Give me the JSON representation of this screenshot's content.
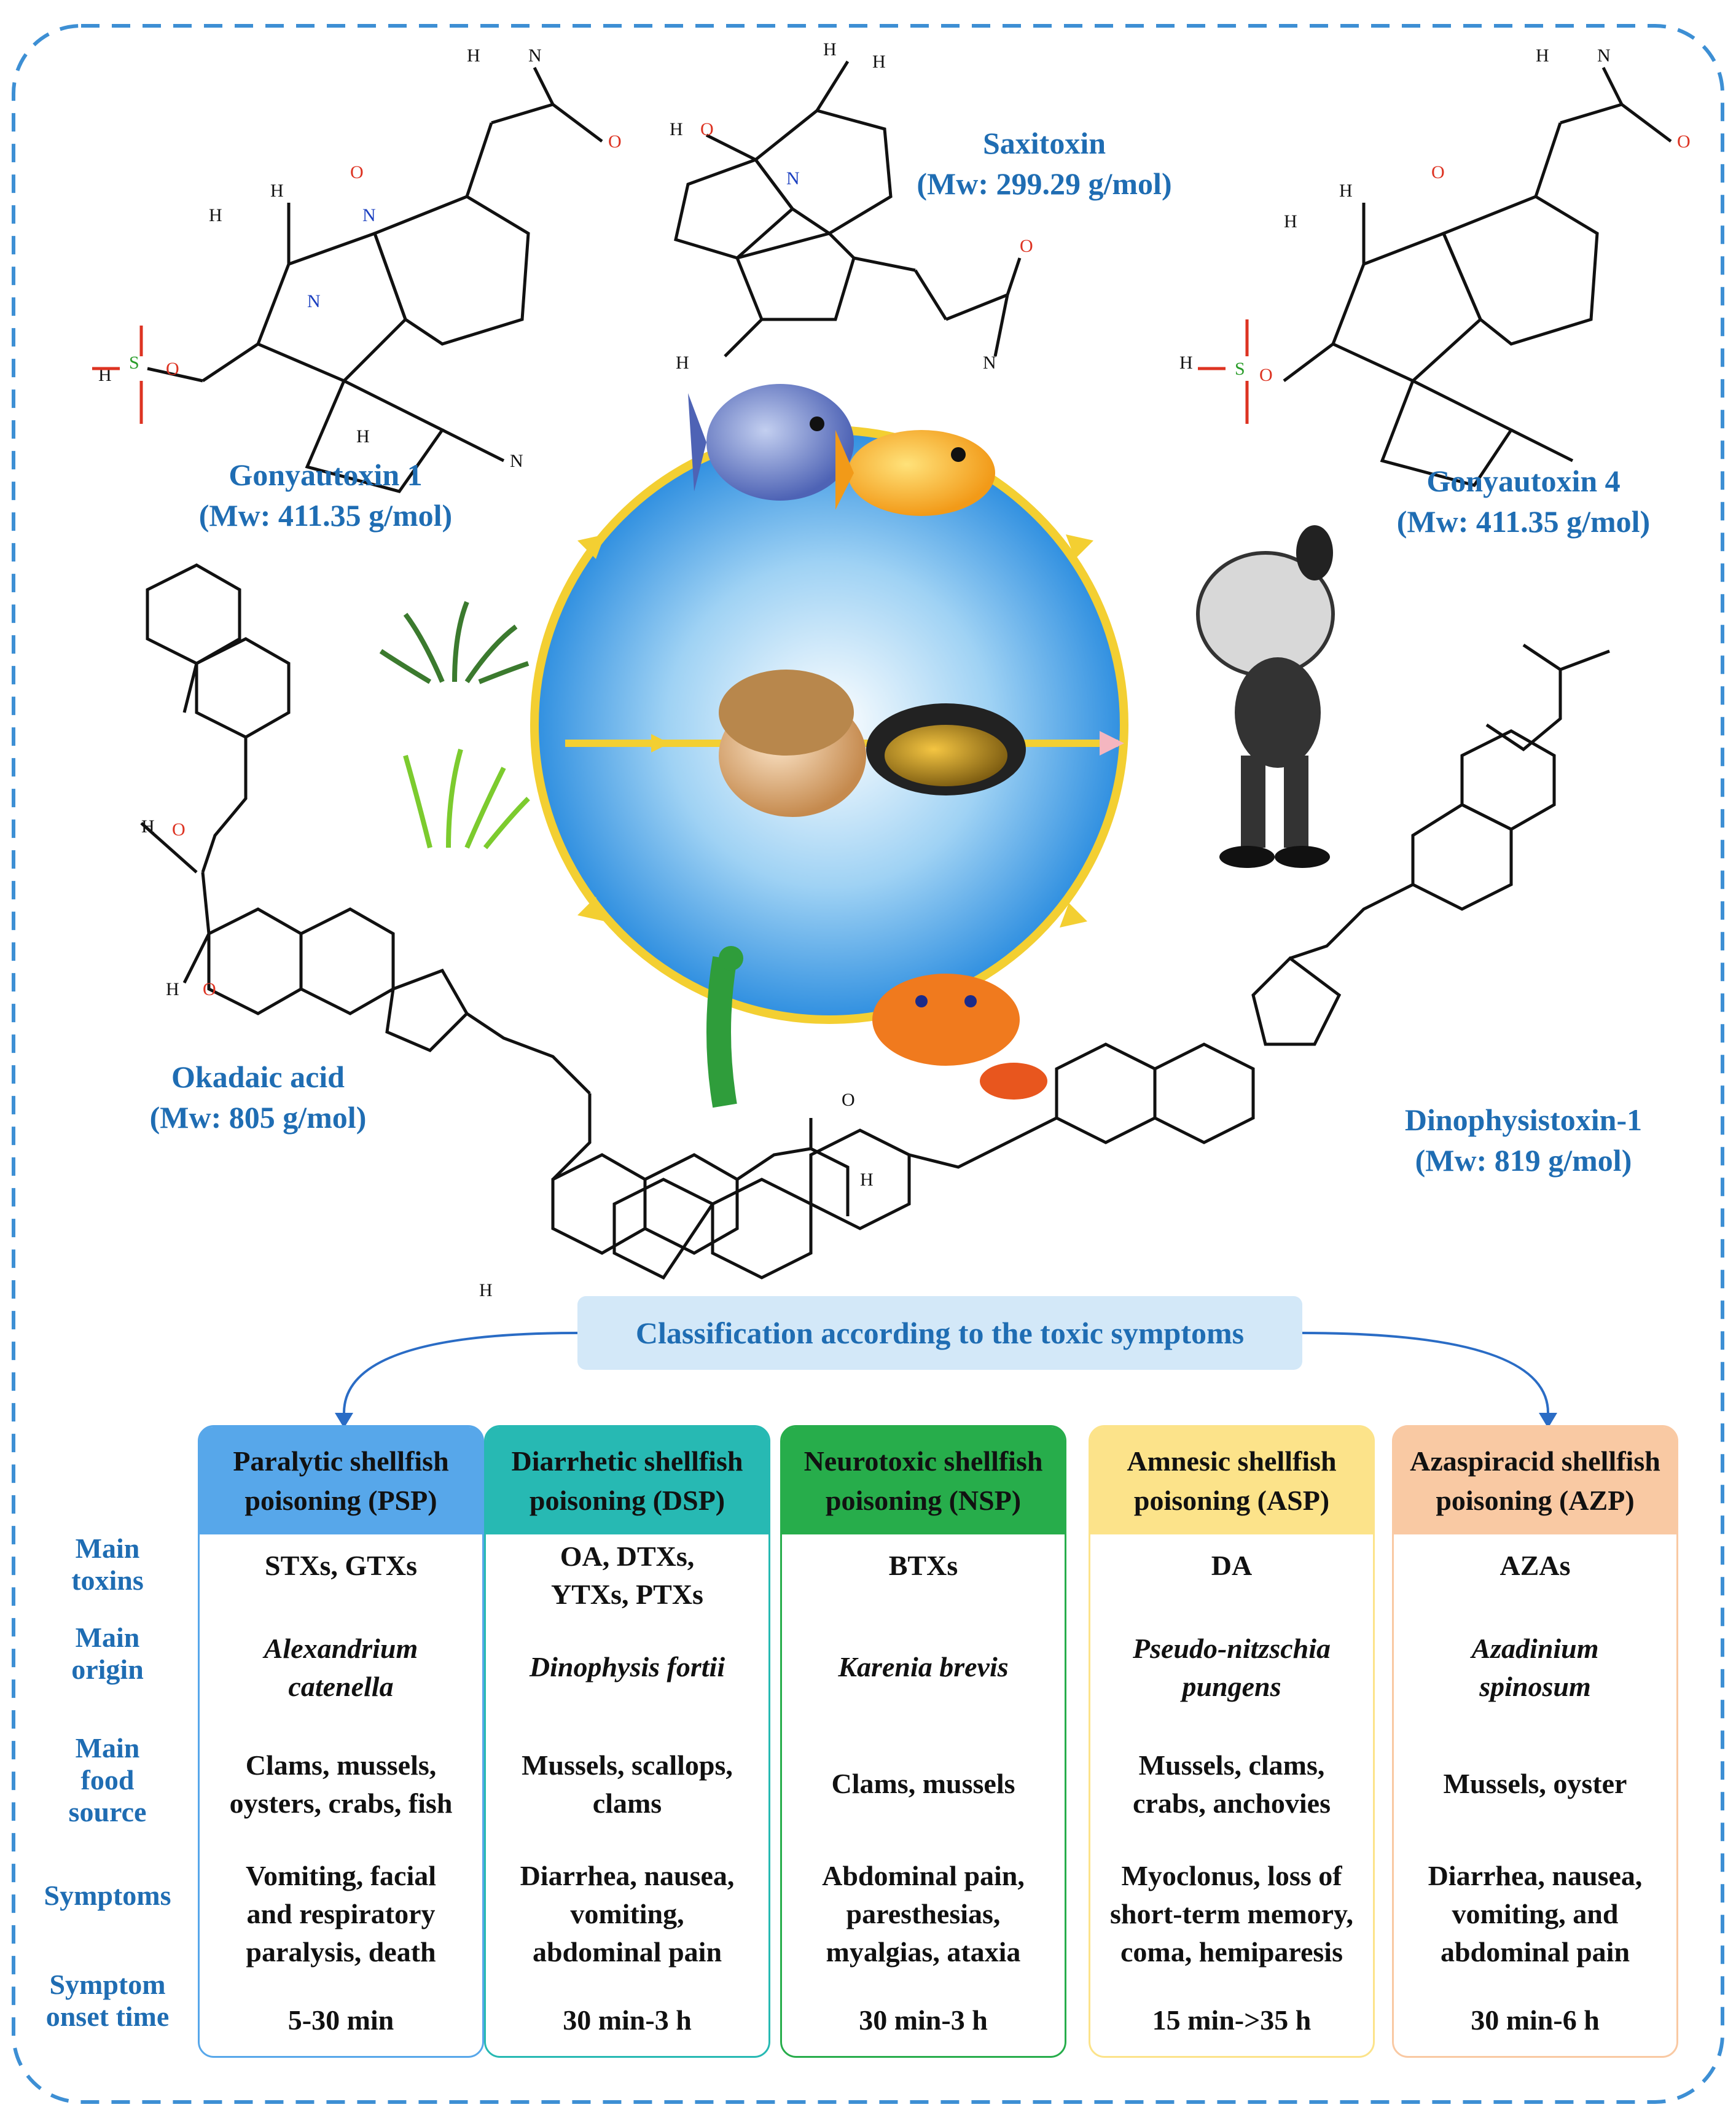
{
  "molecules": {
    "gonyautoxin1": {
      "name": "Gonyautoxin 1",
      "mw": "(Mw: 411.35 g/mol)"
    },
    "saxitoxin": {
      "name": "Saxitoxin",
      "mw": "(Mw: 299.29 g/mol)"
    },
    "gonyautoxin4": {
      "name": "Gonyautoxin 4",
      "mw": "(Mw: 411.35 g/mol)"
    },
    "okadaic": {
      "name": "Okadaic acid",
      "mw": "(Mw: 805 g/mol)"
    },
    "dinophysistoxin": {
      "name": "Dinophysistoxin-1",
      "mw": "(Mw: 819 g/mol)"
    }
  },
  "classification_title": "Classification according to the toxic symptoms",
  "row_labels": {
    "toxins": [
      "Main",
      "toxins"
    ],
    "origin": [
      "Main",
      "origin"
    ],
    "food": [
      "Main",
      "food",
      "source"
    ],
    "symptoms": [
      "Symptoms"
    ],
    "onset": [
      "Symptom",
      "onset time"
    ]
  },
  "columns": [
    {
      "title": [
        "Paralytic shellfish",
        "poisoning (PSP)"
      ],
      "color": "#57a7ea",
      "toxins": [
        "STXs, GTXs"
      ],
      "origin": [
        "Alexandrium",
        "catenella"
      ],
      "food": [
        "Clams, mussels,",
        "oysters, crabs, fish"
      ],
      "symptoms": [
        "Vomiting, facial",
        "and respiratory",
        "paralysis, death"
      ],
      "onset": "5-30 min"
    },
    {
      "title": [
        "Diarrhetic shellfish",
        "poisoning (DSP)"
      ],
      "color": "#27b9b3",
      "toxins": [
        "OA, DTXs,",
        "YTXs, PTXs"
      ],
      "origin": [
        "Dinophysis fortii"
      ],
      "food": [
        "Mussels, scallops,",
        "clams"
      ],
      "symptoms": [
        "Diarrhea, nausea,",
        "vomiting,",
        "abdominal pain"
      ],
      "onset": "30 min-3 h"
    },
    {
      "title": [
        "Neurotoxic shellfish",
        "poisoning (NSP)"
      ],
      "color": "#27ad4b",
      "toxins": [
        "BTXs"
      ],
      "origin": [
        "Karenia brevis"
      ],
      "food": [
        "Clams, mussels"
      ],
      "symptoms": [
        "Abdominal pain,",
        "paresthesias,",
        "myalgias, ataxia"
      ],
      "onset": "30 min-3 h"
    },
    {
      "title": [
        "Amnesic shellfish",
        "poisoning (ASP)"
      ],
      "color": "#fce38a",
      "toxins": [
        "DA"
      ],
      "origin": [
        "Pseudo-nitzschia",
        "pungens"
      ],
      "food": [
        "Mussels, clams,",
        "crabs, anchovies"
      ],
      "symptoms": [
        "Myoclonus, loss of",
        "short-term memory,",
        "coma, hemiparesis"
      ],
      "onset": "15 min->35 h"
    },
    {
      "title": [
        "Azaspiracid shellfish",
        "poisoning (AZP)"
      ],
      "color": "#f9c9a3",
      "toxins": [
        "AZAs"
      ],
      "origin": [
        "Azadinium",
        "spinosum"
      ],
      "food": [
        "Mussels, oyster"
      ],
      "symptoms": [
        "Diarrhea, nausea,",
        "vomiting, and",
        "abdominal pain"
      ],
      "onset": "30 min-6 h"
    }
  ]
}
